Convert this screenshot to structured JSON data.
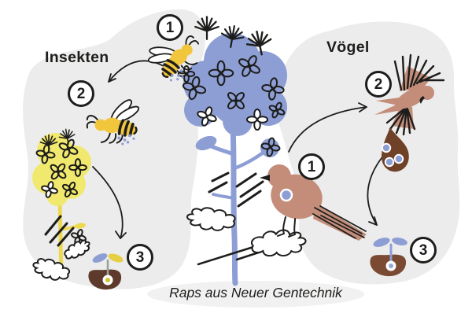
{
  "caption": "Raps aus Neuer Gentechnik",
  "insects": {
    "label": "Insekten",
    "steps": [
      "1",
      "2",
      "3"
    ]
  },
  "birds": {
    "label": "Vögel",
    "steps": [
      "1",
      "2",
      "3"
    ]
  },
  "icons": {
    "gm-rapeseed-plant": "blue GM rapeseed plant in bloom",
    "yellow-rapeseed-plant": "yellow rapeseed plant in bloom",
    "bee-on-flower": "bee gathering pollen on the GM rapeseed flower",
    "flying-bee": "bee carrying pollen away",
    "perched-bird": "bird with eaten seed perched on the GM rapeseed",
    "flying-bird": "bird flying away",
    "bird-dropping": "bird dropping containing seeds",
    "insects-seedling": "seedling sprouting from soil",
    "birds-seedling": "seedling sprouting from soil",
    "arrows": "hand-drawn curved arrows between steps"
  },
  "colors": {
    "background": "#ffffff",
    "ink": "#1d1d1b",
    "blob_gray": "#ececec",
    "caption_blob_gray": "#f1f1f1",
    "gm_blue": "#8d9ed5",
    "rapeseed_yellow": "#f1e96e",
    "stem_yellow": "#ecd94f",
    "bee_yellow": "#f2c63c",
    "bird_salmon": "#c38d7a",
    "soil_dark_brown": "#5d3a2b",
    "soil_brown": "#7a4a33",
    "dropping_brown": "#6f4128",
    "seed_blue": "#8d9ed5"
  }
}
